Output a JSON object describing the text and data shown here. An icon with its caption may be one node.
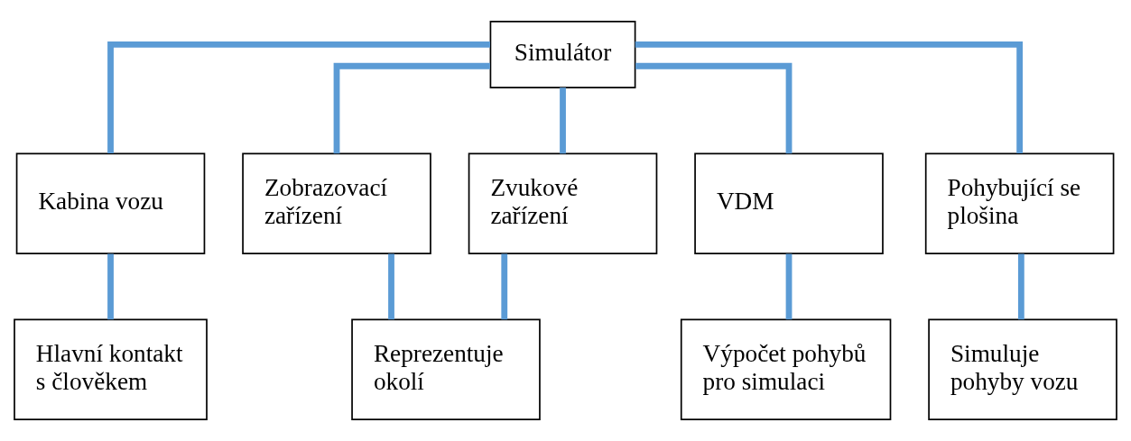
{
  "diagram": {
    "nodes": [
      {
        "text": [
          "Simulátor"
        ]
      },
      {
        "text": [
          "Kabina vozu"
        ]
      },
      {
        "text": [
          "Zobrazovací zařízení"
        ]
      },
      {
        "text": [
          "Zvukové zařízení"
        ]
      },
      {
        "text": [
          "VDM"
        ]
      },
      {
        "text": [
          "Pohybující se plošina"
        ]
      },
      {
        "text": [
          "Hlavní kontakt s člověkem"
        ]
      },
      {
        "text": [
          "Reprezentuje okolí"
        ]
      },
      {
        "text": [
          "Výpočet pohybů pro simulaci"
        ]
      },
      {
        "text": [
          "Simuluje pohyby vozu"
        ]
      }
    ],
    "edges": [
      {
        "from": 0,
        "to": 1,
        "arrow": "none"
      },
      {
        "from": 0,
        "to": 2,
        "arrow": "none"
      },
      {
        "from": 0,
        "to": 3,
        "arrow": "none"
      },
      {
        "from": 0,
        "to": 4,
        "arrow": "none"
      },
      {
        "from": 0,
        "to": 5,
        "arrow": "none"
      },
      {
        "from": 1,
        "to": 6,
        "arrow": "none"
      },
      {
        "from": 2,
        "to": 7,
        "arrow": "none"
      },
      {
        "from": 3,
        "to": 7,
        "arrow": "none"
      },
      {
        "from": 4,
        "to": 8,
        "arrow": "none"
      },
      {
        "from": 5,
        "to": 9,
        "arrow": "none"
      }
    ]
  }
}
